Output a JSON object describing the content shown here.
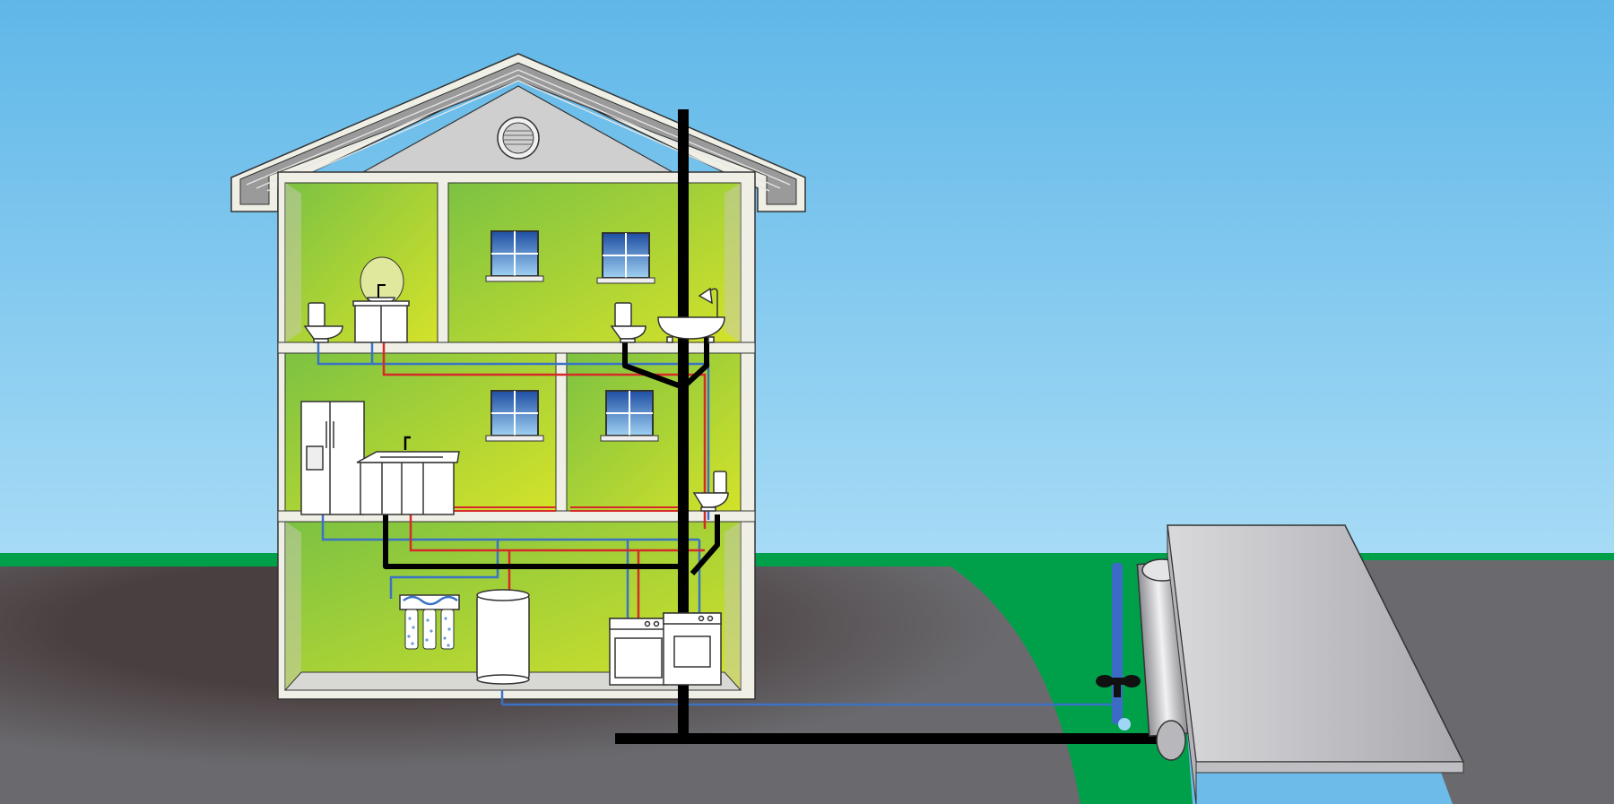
{
  "diagram": {
    "subject": "house-plumbing-cross-section",
    "labels": [],
    "colors": {
      "sky_top": "#5fb7e8",
      "sky_bottom": "#a9dcf6",
      "grass": "#00a04a",
      "soil": "#6a6a6e",
      "soil_dark": "#4a3f40",
      "wall_green_light": "#d4e22a",
      "wall_green_dark": "#7cc242",
      "roof": "#9a9a9a",
      "house_trim": "#efefe6",
      "hot_water_line": "#d62a2a",
      "cold_water_line": "#3a72c6",
      "drain_waste_vent": "#000000",
      "water_main": "#3b6bc4",
      "sewer_main": "#c9c9cc",
      "curb": "#c4c4c8"
    },
    "fixtures": [
      "toilet-upper-left",
      "bathroom-sink-vanity",
      "mirror",
      "toilet-upper-right",
      "bathtub",
      "shower-head",
      "refrigerator",
      "kitchen-sink-cabinet",
      "toilet-main-floor",
      "water-filter-system",
      "water-heater",
      "washing-machine",
      "clothes-dryer",
      "shutoff-valve",
      "vent-stack",
      "gable-vent"
    ]
  }
}
